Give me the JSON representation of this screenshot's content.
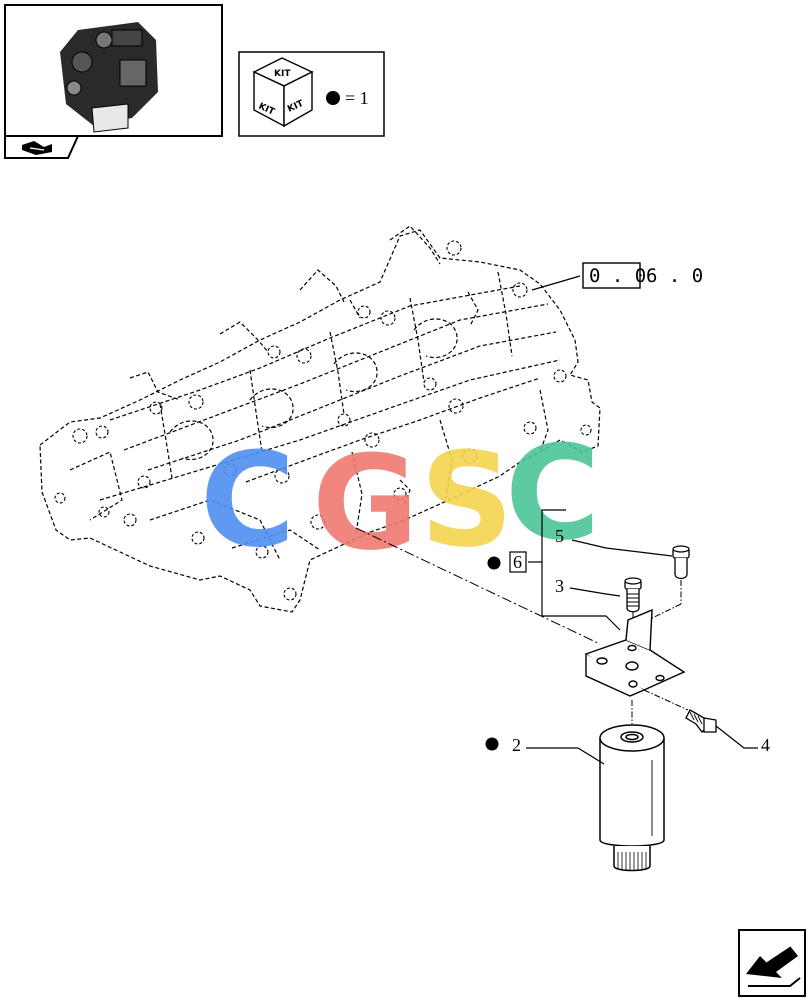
{
  "header": {
    "kit_box": {
      "kit_top": "KIT",
      "kit_left": "KIT",
      "kit_right": "KIT",
      "legend_text": "= 1"
    }
  },
  "reference": {
    "boxed_part": "0 . 0",
    "rest": "6 . 0"
  },
  "callouts": [
    {
      "id": "2",
      "text": "2",
      "kit": true
    },
    {
      "id": "3",
      "text": "3",
      "kit": false
    },
    {
      "id": "4",
      "text": "4",
      "kit": false
    },
    {
      "id": "5",
      "text": "5",
      "kit": false
    },
    {
      "id": "6",
      "text": "6",
      "kit": true,
      "boxed": true
    }
  ],
  "watermark": {
    "letters": [
      "C",
      "G",
      "S",
      "C"
    ],
    "colors": [
      "#4f8ff0",
      "#f07a72",
      "#f5d44e",
      "#4cc597"
    ]
  }
}
